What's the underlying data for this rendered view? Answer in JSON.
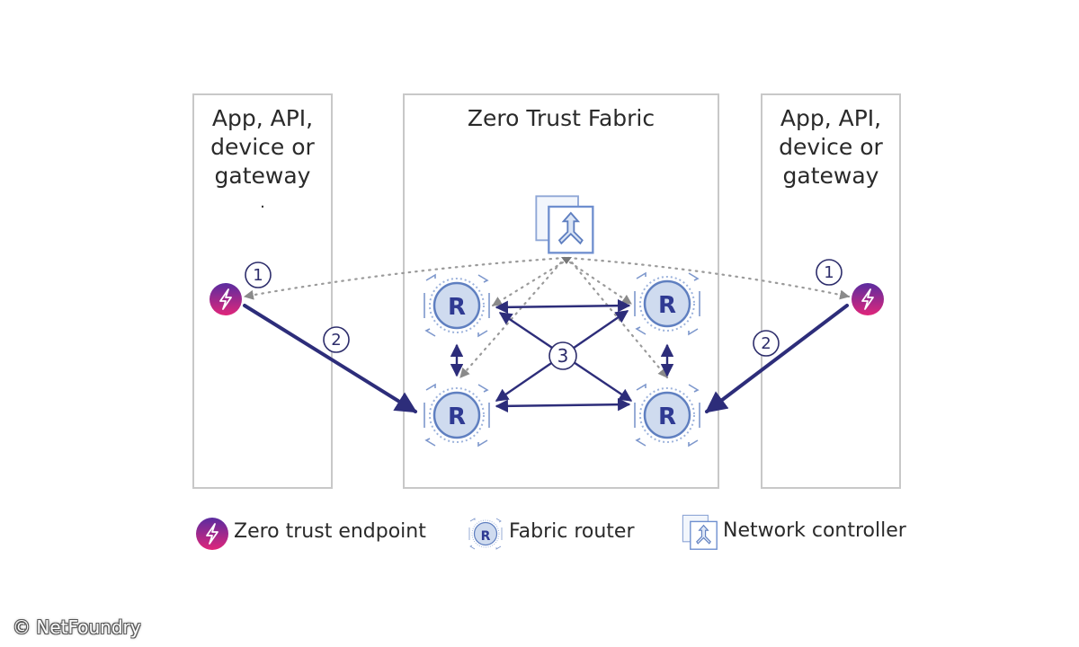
{
  "panels": {
    "left": {
      "title": "App, API,\ndevice or\ngateway",
      "dot": "."
    },
    "center": {
      "title": "Zero Trust Fabric"
    },
    "right": {
      "title": "App, API,\ndevice or\ngateway"
    }
  },
  "steps": {
    "one": "1",
    "two": "2",
    "three": "3"
  },
  "router_letter": "R",
  "legend": {
    "endpoint": "Zero trust endpoint",
    "router": "Fabric router",
    "controller": "Network controller"
  },
  "credit": "© NetFoundry",
  "colors": {
    "solid_line": "#2d2d7a",
    "dotted_line": "#9a9a9a",
    "router_fill": "#cfdbef",
    "router_ring": "#5f7fc0",
    "endpoint_top": "#5a2ca0",
    "endpoint_bottom": "#e0267a"
  },
  "icons": {
    "endpoint": "lightning-bolt-icon",
    "router": "router-r-icon",
    "controller": "split-arrows-icon"
  }
}
